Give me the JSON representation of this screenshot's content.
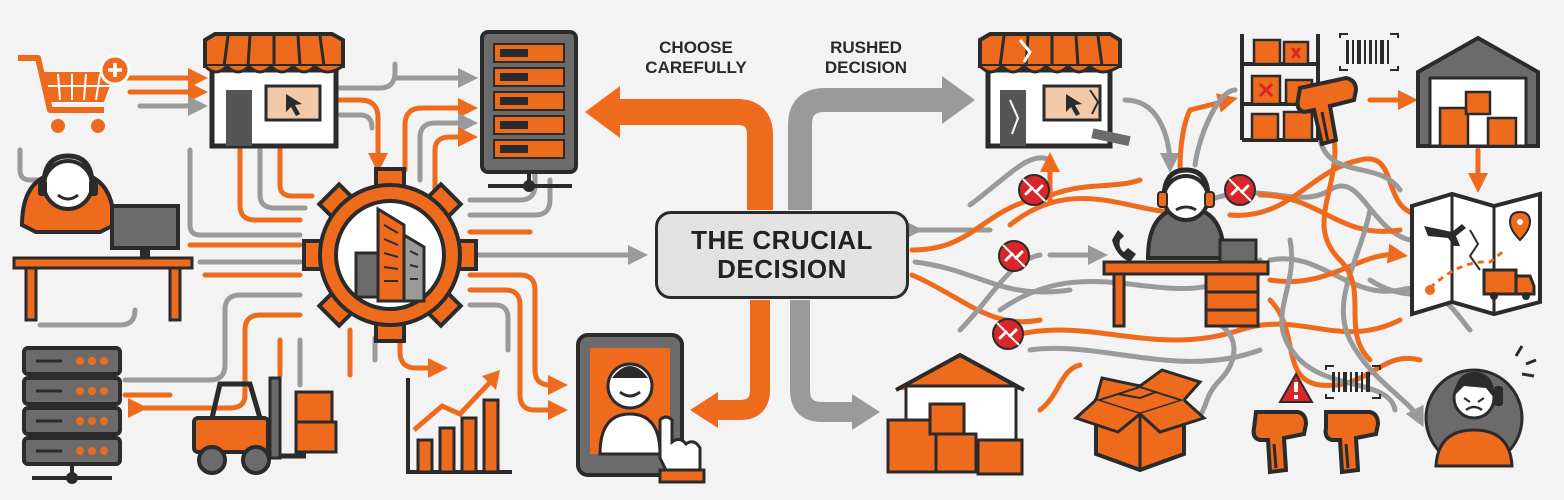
{
  "labels": {
    "choose_line1": "CHOOSE",
    "choose_line2": "CAREFULLY",
    "rushed_line1": "RUSHED",
    "rushed_line2": "DECISION",
    "center_line1": "THE CRUCIAL",
    "center_line2": "DECISION"
  },
  "colors": {
    "accent": "#ee6a1c",
    "dark": "#2b2b2b",
    "gray": "#9a9a9a",
    "broken": "#d9262b",
    "background": "#f3f3f3"
  },
  "icons": {
    "left_side": [
      "shopping-cart-icon",
      "storefront-icon",
      "server-rack-icon",
      "customer-support-agent-icon",
      "gear-building-icon",
      "server-icon",
      "forklift-icon",
      "growth-chart-icon",
      "tablet-user-icon"
    ],
    "right_side": [
      "damaged-storefront-icon",
      "shelf-boxes-icon",
      "barcode-icon",
      "barcode-scanner-icon",
      "warehouse-icon",
      "broken-link-icon",
      "stressed-agent-icon",
      "desk-phone-icon",
      "route-map-icon",
      "open-box-icon",
      "warning-icon",
      "frustrated-customer-icon"
    ]
  }
}
